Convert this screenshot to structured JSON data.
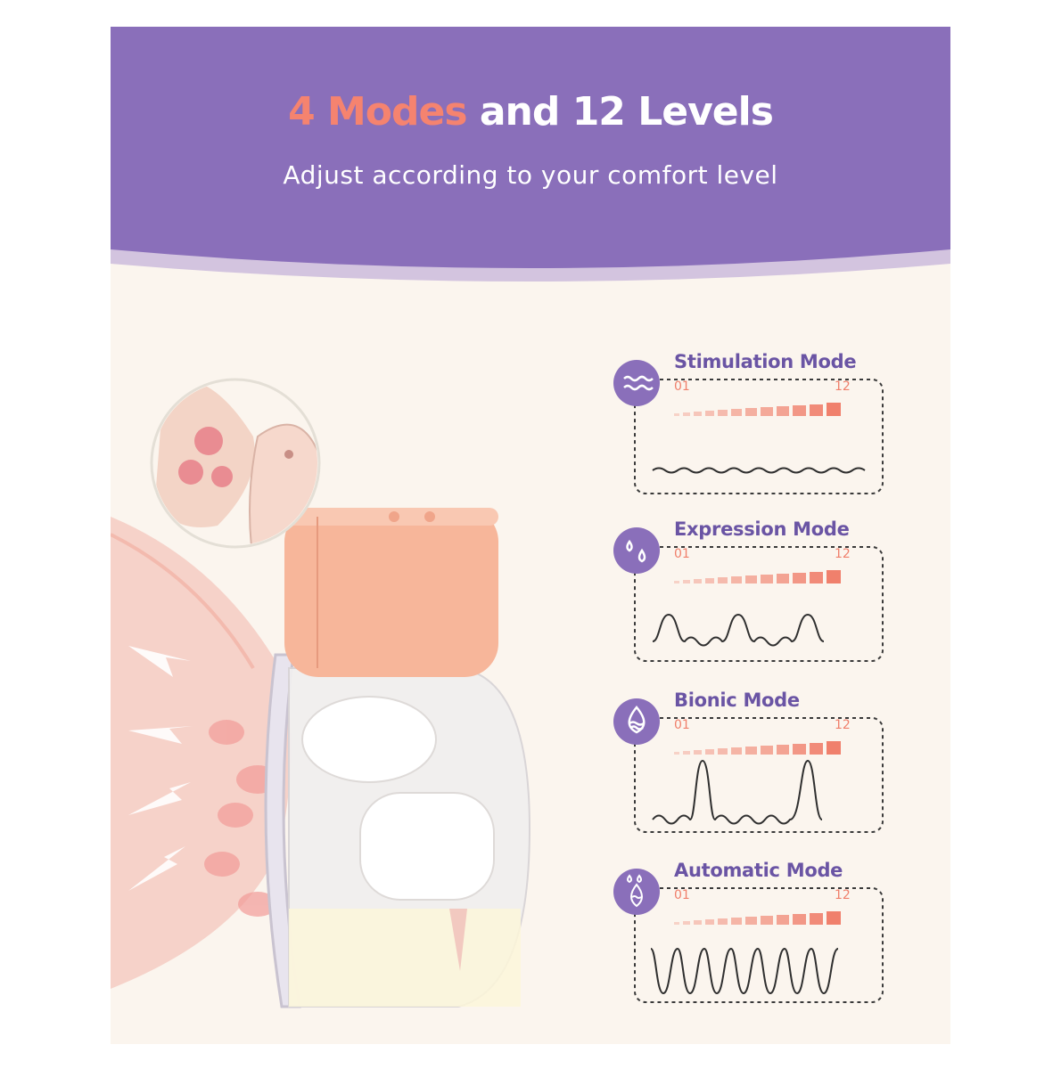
{
  "header": {
    "title_accent": "4 Modes",
    "title_rest": " and 12 Levels",
    "subtitle": "Adjust according to your comfort level"
  },
  "colors": {
    "banner_purple": "#8a6fba",
    "accent_coral": "#f0806c",
    "mode_title_purple": "#6a54a4",
    "background_cream": "#fbf5ee",
    "pump_body_peach": "#f7b69a"
  },
  "modes": [
    {
      "name": "Stimulation Mode",
      "level_min": "01",
      "level_max": "12",
      "icon": "waves-icon",
      "waveform": "small-ripple"
    },
    {
      "name": "Expression Mode",
      "level_min": "01",
      "level_max": "12",
      "icon": "droplets-icon",
      "waveform": "medium-peaks"
    },
    {
      "name": "Bionic Mode",
      "level_min": "01",
      "level_max": "12",
      "icon": "droplet-waves-icon",
      "waveform": "mixed-spikes"
    },
    {
      "name": "Automatic Mode",
      "level_min": "01",
      "level_max": "12",
      "icon": "combo-icon",
      "waveform": "large-oscillation"
    }
  ]
}
